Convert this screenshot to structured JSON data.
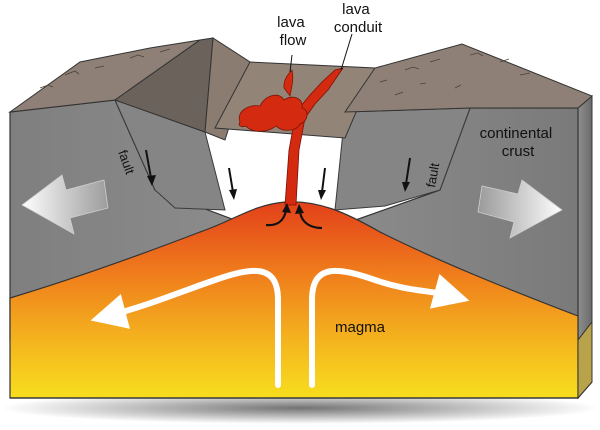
{
  "labels": {
    "lava_flow": [
      "lava",
      "flow"
    ],
    "lava_conduit": [
      "lava",
      "conduit"
    ],
    "continental_crust": [
      "continental",
      "crust"
    ],
    "fault_left": "fault",
    "fault_right": "fault",
    "magma": "magma"
  },
  "colors": {
    "crust_front": "#8c8c8c",
    "crust_top": "#8b7d72",
    "crust_face": "#6e645c",
    "lava": "#d42a10",
    "magma_top": "#e5461a",
    "magma_bottom": "#f7d81c",
    "arrow": "#ffffff"
  }
}
